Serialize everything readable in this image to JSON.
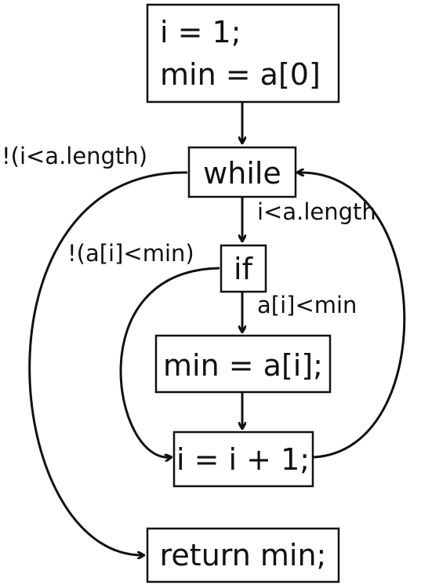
{
  "nodes": {
    "init": {
      "line1": "i = 1;",
      "line2": "min = a[0]"
    },
    "while": {
      "label": "while"
    },
    "if": {
      "label": "if"
    },
    "assign": {
      "label": "min = a[i];"
    },
    "increment": {
      "label": "i = i + 1;"
    },
    "return": {
      "label": "return min;"
    }
  },
  "edge_labels": {
    "while_exit": "!(i<a.length)",
    "while_true": "i<a.length",
    "if_false": "!(a[i]<min)",
    "if_true": "a[i]<min"
  },
  "colors": {
    "stroke": "#111111",
    "background": "#ffffff"
  }
}
